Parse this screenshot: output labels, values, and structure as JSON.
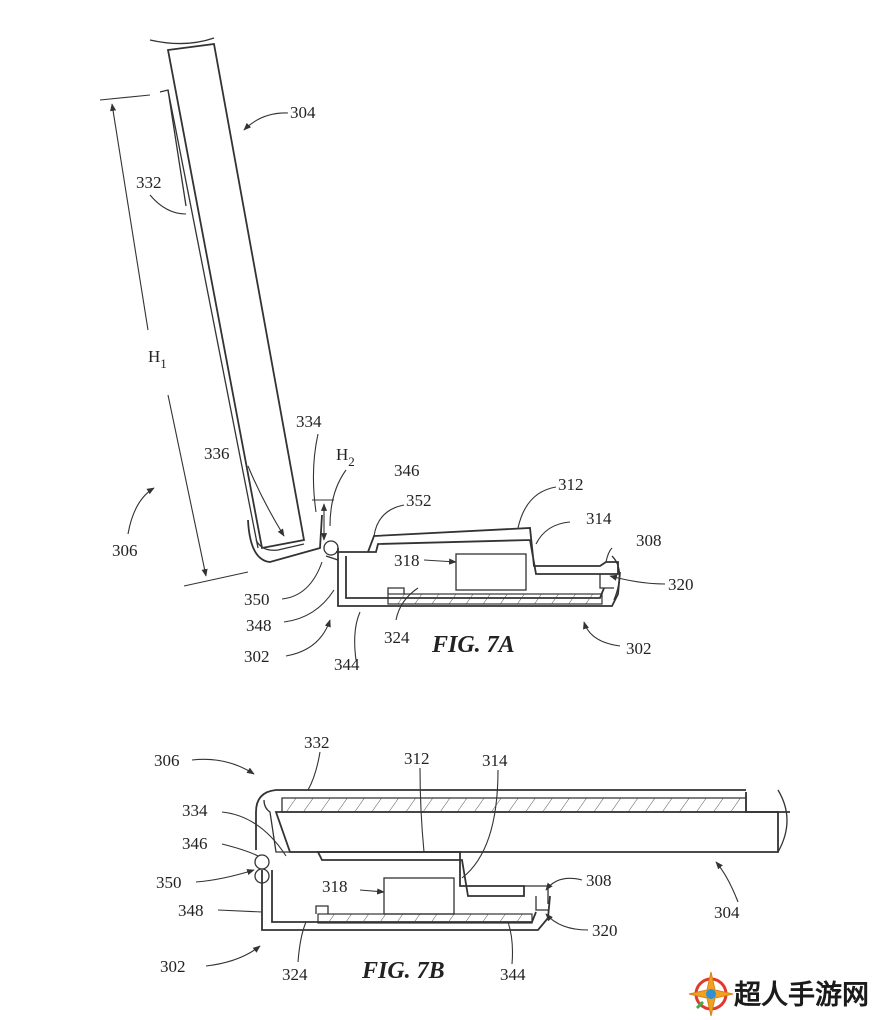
{
  "figures": {
    "fig_7a": {
      "caption": "FIG. 7A",
      "labels": {
        "l304": "304",
        "l332": "332",
        "h1": "H",
        "h1_sub": "1",
        "l334": "334",
        "h2": "H",
        "h2_sub": "2",
        "l346": "346",
        "l312": "312",
        "l352": "352",
        "l314": "314",
        "l336": "336",
        "l308": "308",
        "l318": "318",
        "l306": "306",
        "l320": "320",
        "l350": "350",
        "l348": "348",
        "l324": "324",
        "l302_left": "302",
        "l344": "344",
        "l302_right": "302"
      }
    },
    "fig_7b": {
      "caption": "FIG. 7B",
      "labels": {
        "l306": "306",
        "l332": "332",
        "l312": "312",
        "l314": "314",
        "l334": "334",
        "l346": "346",
        "l318": "318",
        "l308": "308",
        "l350": "350",
        "l348": "348",
        "l304": "304",
        "l320": "320",
        "l302": "302",
        "l324": "324",
        "l344": "344"
      }
    }
  },
  "watermark": {
    "text": "超人手游网",
    "icon": "compass-star-logo-icon"
  }
}
